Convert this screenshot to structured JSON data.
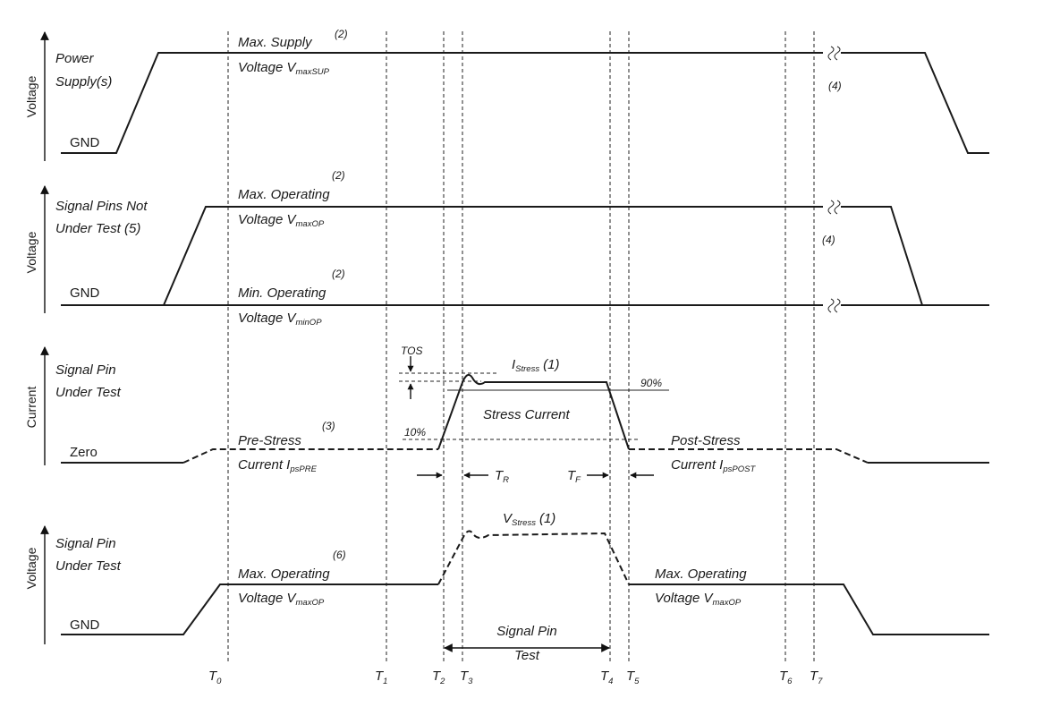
{
  "colors": {
    "ink": "#1a1a1a",
    "background": "#ffffff"
  },
  "panels": {
    "supply": {
      "axis_label": "Voltage",
      "signal_label_1": "Power",
      "signal_label_2": "Supply(s)",
      "gnd_label": "GND",
      "level_label_1": "Max. Supply",
      "level_label_2_main": "Voltage V",
      "level_label_2_sub": "maxSUP",
      "note_level": "(2)",
      "note_break": "(4)"
    },
    "nut": {
      "axis_label": "Voltage",
      "signal_label_1": "Signal Pins Not",
      "signal_label_2": "Under Test (5)",
      "gnd_label": "GND",
      "max_label_1": "Max. Operating",
      "max_label_2_main": "Voltage V",
      "max_label_2_sub": "maxOP",
      "min_label_1": "Min. Operating",
      "min_label_2_main": "Voltage V",
      "min_label_2_sub": "minOP",
      "note_max": "(2)",
      "note_min": "(2)",
      "note_break": "(4)"
    },
    "current": {
      "axis_label": "Current",
      "signal_label_1": "Signal Pin",
      "signal_label_2": "Under Test",
      "zero_label": "Zero",
      "tos_label": "TOS",
      "stress_main": "I",
      "stress_sub": "Stress",
      "stress_note": "(1)",
      "pct_90": "90%",
      "pct_10": "10%",
      "stress_current_label": "Stress Current",
      "pre_label_1": "Pre-Stress",
      "pre_label_2_main": "Current I",
      "pre_label_2_sub": "psPRE",
      "pre_note": "(3)",
      "post_label_1": "Post-Stress",
      "post_label_2_main": "Current I",
      "post_label_2_sub": "psPOST",
      "tr_main": "T",
      "tr_sub": "R",
      "tf_main": "T",
      "tf_sub": "F"
    },
    "pin_voltage": {
      "axis_label": "Voltage",
      "signal_label_1": "Signal Pin",
      "signal_label_2": "Under Test",
      "gnd_label": "GND",
      "vstress_main": "V",
      "vstress_sub": "Stress",
      "vstress_note": "(1)",
      "max_left_1": "Max. Operating",
      "max_left_2_main": "Voltage V",
      "max_left_2_sub": "maxOP",
      "max_left_note": "(6)",
      "max_right_1": "Max. Operating",
      "max_right_2_main": "Voltage V",
      "max_right_2_sub": "maxOP",
      "test_label_1": "Signal Pin",
      "test_label_2": "Test"
    }
  },
  "timeline": [
    {
      "main": "T",
      "sub": "0"
    },
    {
      "main": "T",
      "sub": "1"
    },
    {
      "main": "T",
      "sub": "2"
    },
    {
      "main": "T",
      "sub": "3"
    },
    {
      "main": "T",
      "sub": "4"
    },
    {
      "main": "T",
      "sub": "5"
    },
    {
      "main": "T",
      "sub": "6"
    },
    {
      "main": "T",
      "sub": "7"
    }
  ]
}
